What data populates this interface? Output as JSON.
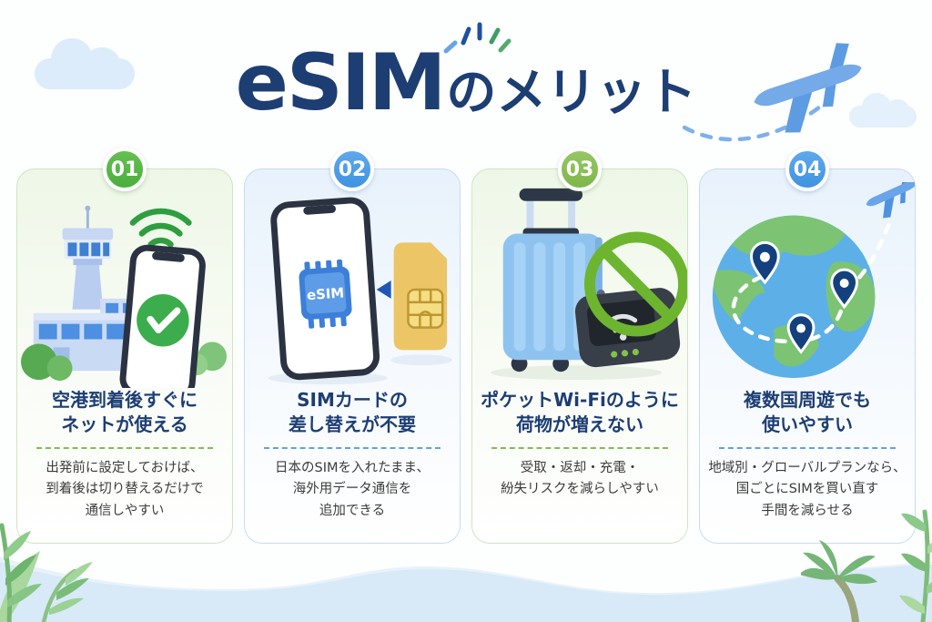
{
  "header": {
    "title_latin": "eSIM",
    "title_suffix": "のメリット"
  },
  "cards": [
    {
      "number": "01",
      "theme": "green",
      "illustration": "airport-tower-and-phone-with-check",
      "title": "空港到着後すぐに\nネットが使える",
      "body": "出発前に設定しておけば、\n到着後は切り替えるだけで\n通信しやすい"
    },
    {
      "number": "02",
      "theme": "blue",
      "illustration": "phone-esim-chip-and-sim-card",
      "chip_label": "eSIM",
      "title": "SIMカードの\n差し替えが不要",
      "body": "日本のSIMを入れたまま、\n海外用データ通信を\n追加できる"
    },
    {
      "number": "03",
      "theme": "green",
      "illustration": "suitcase-and-pocket-wifi-prohibited",
      "title": "ポケットWi-Fiのように\n荷物が増えない",
      "body": "受取・返却・充電・\n紛失リスクを減らしやすい"
    },
    {
      "number": "04",
      "theme": "blue",
      "illustration": "globe-with-location-pins-and-plane",
      "title": "複数国周遊でも\n使いやすい",
      "body": "地域別・グローバルプランなら、\n国ごとにSIMを買い直す\n手間を減らせる"
    }
  ],
  "colors": {
    "title_navy": "#1d3e73",
    "badge_green": "#53b545",
    "badge_green_alt": "#88bf55",
    "badge_blue": "#4f9ee7",
    "divider_green": "#7fbf53",
    "divider_blue": "#61a3e4",
    "wave_blue": "#d8e9f8"
  },
  "decor_icons": [
    "cloud-icon",
    "sparkle-icon",
    "airplane-icon",
    "dashed-flight-path",
    "leaves-icon",
    "palm-tree-icon",
    "wave-shape",
    "wifi-icon",
    "check-icon",
    "no-sign-icon",
    "location-pin-icon"
  ]
}
